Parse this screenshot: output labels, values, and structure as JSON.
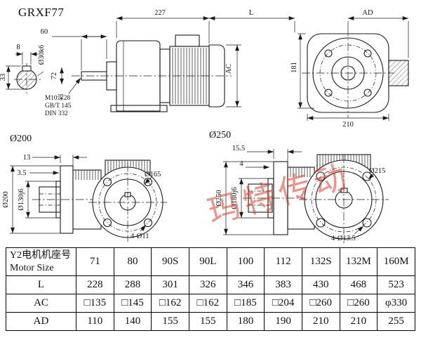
{
  "title": "GRXF77",
  "watermark": "玛特传动",
  "dims": {
    "top_width_gear": "227",
    "top_width_motor": "L",
    "top_ad": "AD",
    "shaft_len": "60",
    "key_width": "8",
    "shaft_dia": "Ø30k6",
    "key_height": "33",
    "dim_72": "72",
    "motor_dia": "AC",
    "rear_height": "181",
    "rear_width": "210",
    "tap_note1": "M10深28",
    "tap_note2": "GB/T 145",
    "tap_note3": "DIN 332",
    "view200_label": "Ø200",
    "view250_label": "Ø250",
    "flange200_t1": "13",
    "flange200_t2": "3.5",
    "flange200_od": "Ø200",
    "flange200_spigot": "Ø130j6",
    "flange200_bc": "Ø165",
    "flange200_holes": "4-Ø11",
    "flange250_t1": "15.5",
    "flange250_t2": "4",
    "flange250_od": "Ø250",
    "flange250_spigot": "Ø180j6",
    "flange250_bc": "Ø215",
    "flange250_holes": "4-Ø13.5"
  },
  "table": {
    "header": {
      "col0_line1": "Y2电机机座号",
      "col0_line2": "Motor Size",
      "sizes": [
        "71",
        "80",
        "90S",
        "90L",
        "100",
        "112",
        "132S",
        "132M",
        "160M"
      ]
    },
    "rows": [
      {
        "label": "L",
        "values": [
          "228",
          "288",
          "301",
          "326",
          "346",
          "383",
          "430",
          "468",
          "523"
        ]
      },
      {
        "label": "AC",
        "values": [
          "□135",
          "□145",
          "□162",
          "□162",
          "□185",
          "□204",
          "□260",
          "□260",
          "φ330"
        ]
      },
      {
        "label": "AD",
        "values": [
          "110",
          "140",
          "155",
          "155",
          "180",
          "190",
          "210",
          "210",
          "255"
        ]
      }
    ]
  }
}
